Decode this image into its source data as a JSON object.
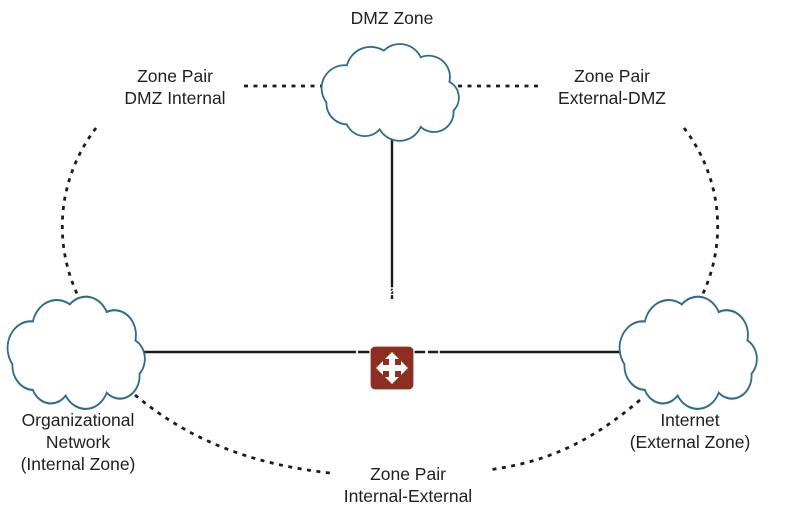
{
  "colors": {
    "cloud_stroke": "#2f6b8c",
    "cloud_fill": "#ffffff",
    "connector": "#1c1c1c",
    "text": "#1f1f1f",
    "firewall_front": "#a63a28",
    "firewall_top": "#bf4a34",
    "firewall_side": "#7e2b1d",
    "icon_panel": "#8c2f20",
    "mortar": "#ffffff"
  },
  "nodes": {
    "dmz": {
      "label": "DMZ Zone"
    },
    "internal": {
      "lines": [
        "Organizational",
        "Network",
        "(Internal Zone)"
      ]
    },
    "external": {
      "lines": [
        "Internet",
        "(External Zone)"
      ]
    }
  },
  "zone_pairs": {
    "dmz_internal": {
      "lines": [
        "Zone Pair",
        "DMZ Internal"
      ]
    },
    "external_dmz": {
      "lines": [
        "Zone Pair",
        "External-DMZ"
      ]
    },
    "internal_external": {
      "lines": [
        "Zone Pair",
        "Internal-External"
      ]
    }
  }
}
